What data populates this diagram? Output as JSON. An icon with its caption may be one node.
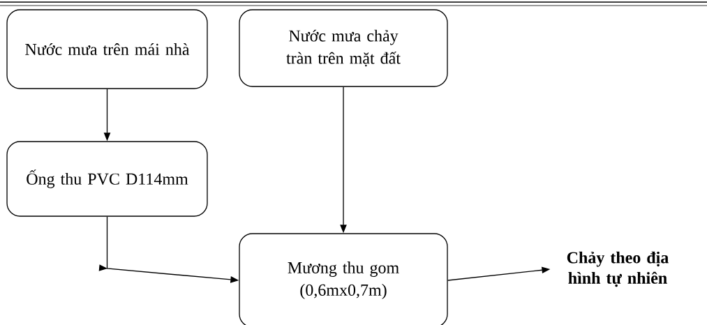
{
  "diagram": {
    "nodes": [
      {
        "text": [
          "Nước mưa trên mái nhà"
        ]
      },
      {
        "text": [
          "Nước mưa chảy tràn trên mặt đất"
        ]
      },
      {
        "text": [
          "Ống thu PVC D114mm"
        ]
      },
      {
        "text": [
          "Mương thu gom (0,6mx0,7m)"
        ]
      },
      {
        "text": [
          "Chảy theo địa hình tự nhiên"
        ]
      }
    ],
    "edges": [
      {
        "from": 0,
        "to": 2,
        "arrow": "to"
      },
      {
        "from": 1,
        "to": 3,
        "arrow": "to"
      },
      {
        "from": 2,
        "to": 3,
        "arrow": "to"
      },
      {
        "from": 3,
        "to": 4,
        "arrow": "to"
      }
    ]
  }
}
